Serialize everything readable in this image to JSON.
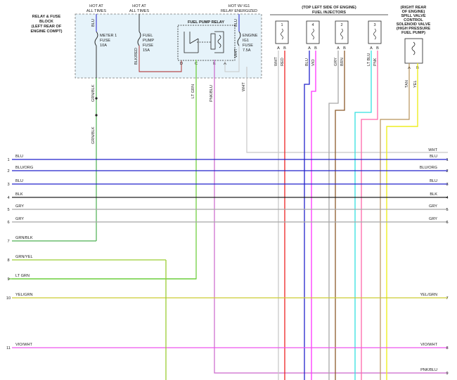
{
  "header_notes": {
    "hot_at_all_times_1": [
      "HOT AT",
      "ALL TIMES"
    ],
    "hot_at_all_times_2": [
      "HOT AT",
      "ALL TIMES"
    ],
    "hot_w_ig1": [
      "HOT W/ IG1",
      "RELAY ENERGIZED"
    ]
  },
  "relay_block": {
    "title": [
      "RELAY & FUSE",
      "BLOCK",
      "(LEFT REAR OF",
      "ENGINE COMPT)"
    ],
    "meter_fuse": [
      "METER 1",
      "FUSE",
      "10A"
    ],
    "fuel_pump_fuse": [
      "FUEL",
      "PUMP",
      "FUSE",
      "15A"
    ],
    "engine_fuse": [
      "ENGINE",
      "IG1",
      "FUSE",
      "7.5A"
    ],
    "fuel_pump_relay": "FUEL PUMP RELAY",
    "relay_pins": [
      "D",
      "C",
      "E",
      "A"
    ],
    "wire_blu": "BLU",
    "wire_blk_red": "BLK/RED",
    "wire_wht": "WHT"
  },
  "injectors": {
    "title": [
      "(TOP LEFT SIDE OF ENGINE)",
      "FUEL INJECTORS"
    ],
    "items": [
      {
        "number": "1",
        "pin_a": "A",
        "pin_b": "B",
        "wire_a": "WHT",
        "wire_b": "RED"
      },
      {
        "number": "4",
        "pin_a": "A",
        "pin_b": "B",
        "wire_a": "BLU",
        "wire_b": "VIO"
      },
      {
        "number": "2",
        "pin_a": "A",
        "pin_b": "B",
        "wire_a": "GRY",
        "wire_b": "BRN"
      },
      {
        "number": "3",
        "pin_a": "A",
        "pin_b": "B",
        "wire_a": "LT BLU",
        "wire_b": "PNK"
      }
    ]
  },
  "spill_valve": {
    "title": [
      "(RIGHT REAR",
      "OF ENGINE)",
      "SPILL VALVE",
      "CONTROL",
      "SOLENOID VALVE",
      "(HIGH PRESSURE",
      "FUEL PUMP)"
    ],
    "pin_a": "A",
    "pin_b": "B",
    "wire_a": "TAN",
    "wire_b": "YEL"
  },
  "vertical_labels": {
    "grn_blk_1": "GRN/BLK",
    "grn_blk_2": "GRN/BLK",
    "lt_grn": "LT GRN",
    "pnk_blu": "PNK/BLU",
    "wht": "WHT"
  },
  "wht_bus_label": "WHT",
  "left_bus": [
    {
      "num": "1",
      "label": "BLU"
    },
    {
      "num": "2",
      "label": "BLU/ORG"
    },
    {
      "num": "3",
      "label": "BLU"
    },
    {
      "num": "4",
      "label": "BLK"
    },
    {
      "num": "5",
      "label": "GRY"
    },
    {
      "num": "6",
      "label": "GRY"
    },
    {
      "num": "7",
      "label": "GRN/BLK"
    },
    {
      "num": "8",
      "label": "GRN/YEL"
    },
    {
      "num": "9",
      "label": "LT GRN"
    },
    {
      "num": "10",
      "label": "YEL/GRN"
    },
    {
      "num": "11",
      "label": "VIO/WHT"
    }
  ],
  "right_bus": [
    {
      "num": "1",
      "label": "BLU"
    },
    {
      "num": "2",
      "label": "BLU/ORG"
    },
    {
      "num": "3",
      "label": "BLU"
    },
    {
      "num": "4",
      "label": "BLK"
    },
    {
      "num": "5",
      "label": "GRY"
    },
    {
      "num": "6",
      "label": "GRY"
    },
    {
      "num": "7",
      "label": "YEL/GRN"
    },
    {
      "num": "8",
      "label": "VIO/WHT"
    },
    {
      "num": "9",
      "label": "PNK/BLU"
    }
  ],
  "colors": {
    "blu": "#2222cc",
    "blk": "#222222",
    "gry": "#a8a8a8",
    "grn_blk": "#4caf50",
    "grn_yel": "#9acd32",
    "lt_grn": "#66cc33",
    "yel_grn": "#cccc33",
    "vio_wht": "#ee55ee",
    "pnk_blu": "#cc66cc",
    "wht": "#c8c8c8",
    "red": "#ee2222",
    "vio": "#ff33ff",
    "brn": "#8b5a2b",
    "lt_blu": "#33e0e0",
    "pnk": "#ff66aa",
    "tan": "#b8935a",
    "yel": "#eeee22",
    "relay_box_fill": "#e6f3fa",
    "relay_box_stroke": "#777777"
  }
}
